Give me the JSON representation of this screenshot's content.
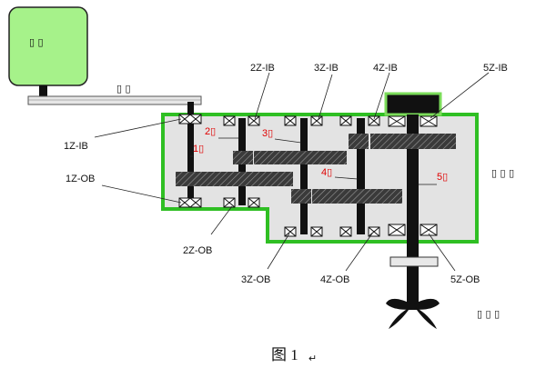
{
  "motor": {
    "label": "▯ ▯"
  },
  "belt": {
    "label": "▯ ▯"
  },
  "bearing_labels": {
    "1z_ib": "1Z-IB",
    "1z_ob": "1Z-OB",
    "2z_ib": "2Z-IB",
    "2z_ob": "2Z-OB",
    "3z_ib": "3Z-IB",
    "3z_ob": "3Z-OB",
    "4z_ib": "4Z-IB",
    "4z_ob": "4Z-OB",
    "5z_ib": "5Z-IB",
    "5z_ob": "5Z-OB"
  },
  "shaft_labels": {
    "s1": "1▯",
    "s2": "2▯",
    "s3": "3▯",
    "s4": "4▯",
    "s5": "5▯"
  },
  "gearbox_label": "▯ ▯ ▯",
  "propeller_label": "▯ ▯ ▯",
  "caption": "图 1"
}
